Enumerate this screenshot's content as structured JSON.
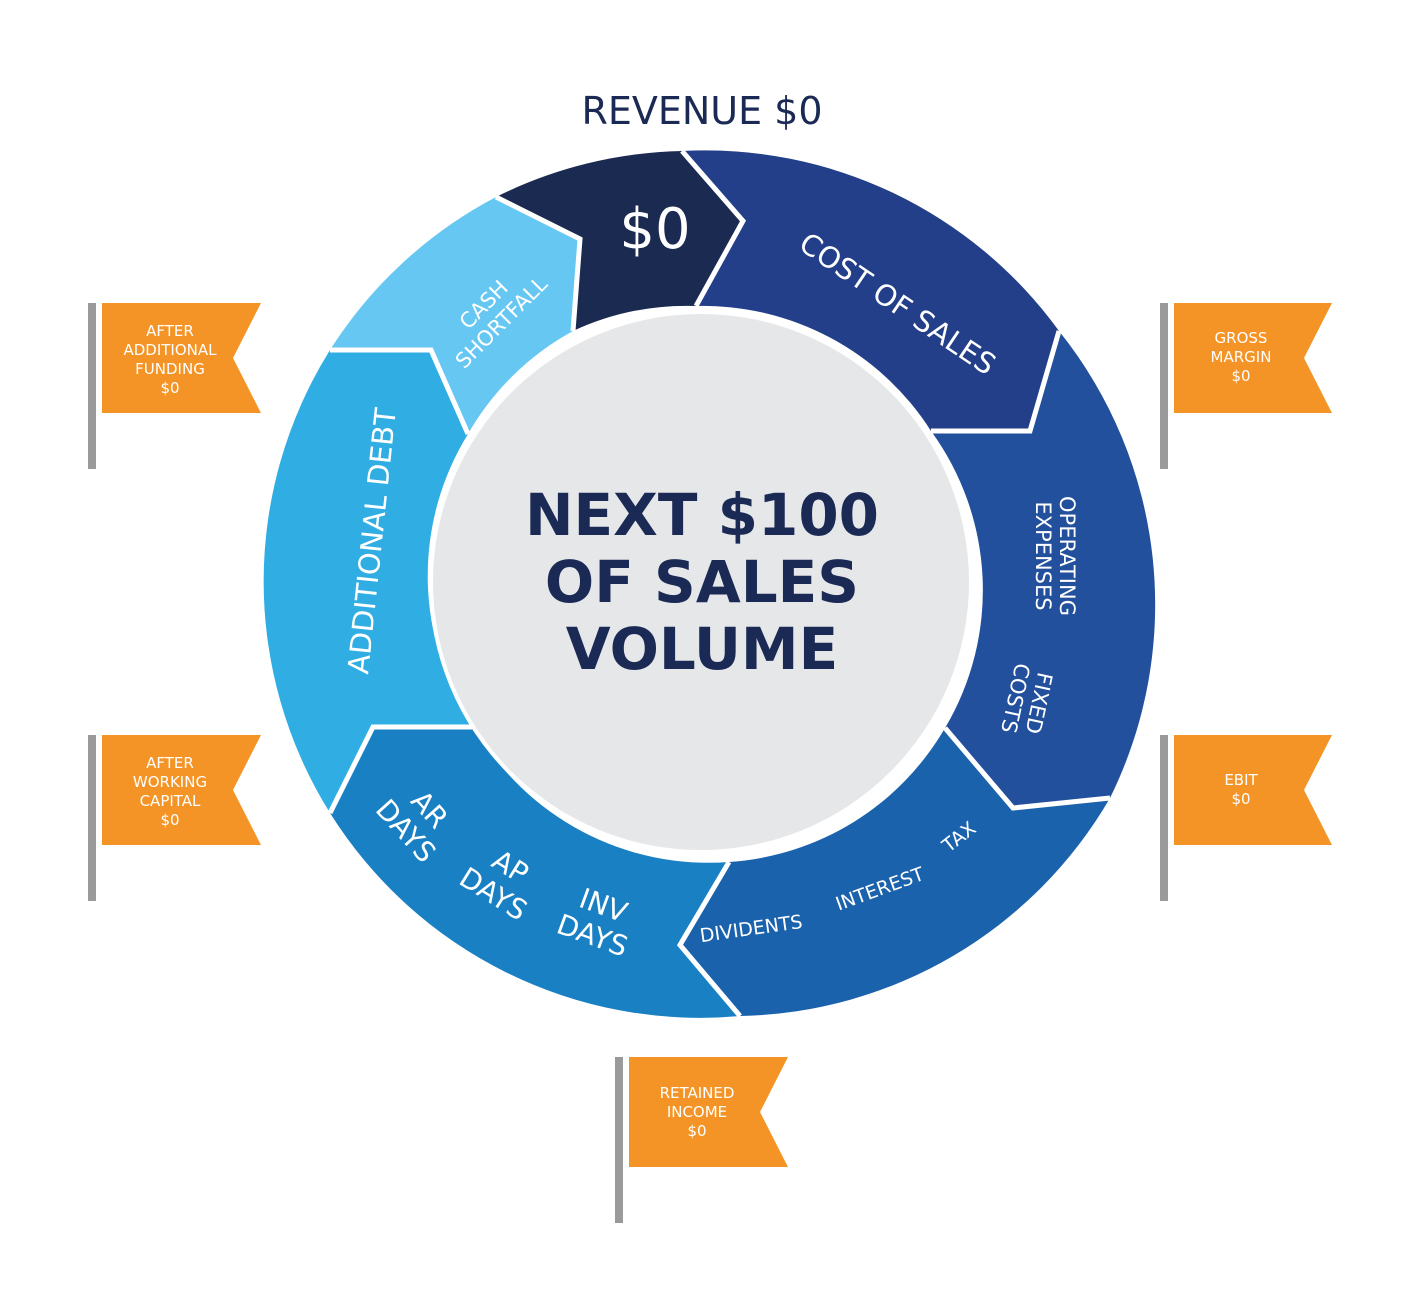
{
  "title": "REVENUE $0",
  "center": {
    "line1": "NEXT $100",
    "line2": "OF SALES",
    "line3": "VOLUME"
  },
  "segments": {
    "revenue": "$0",
    "cost_of_sales": "COST OF SALES",
    "operating_expenses_1": "OPERATING",
    "operating_expenses_2": "EXPENSES",
    "fixed_costs_1": "FIXED",
    "fixed_costs_2": "COSTS",
    "tax": "TAX",
    "interest": "INTEREST",
    "dividents": "DIVIDENTS",
    "inv_days_1": "INV",
    "inv_days_2": "DAYS",
    "ap_days_1": "AP",
    "ap_days_2": "DAYS",
    "ar_days_1": "AR",
    "ar_days_2": "DAYS",
    "additional_debt": "ADDITIONAL DEBT",
    "cash_shortfall_1": "CASH",
    "cash_shortfall_2": "SHORTFALL"
  },
  "flags": {
    "gross_margin": [
      "GROSS",
      "MARGIN",
      "$0"
    ],
    "ebit": [
      "EBIT",
      "$0"
    ],
    "retained_income": [
      "RETAINED",
      "INCOME",
      "$0"
    ],
    "after_working_capital": [
      "AFTER",
      "WORKING",
      "CAPITAL",
      "$0"
    ],
    "after_additional_funding": [
      "AFTER",
      "ADDITIONAL",
      "FUNDING",
      "$0"
    ]
  },
  "colors": {
    "navy": "#1b2a50",
    "cost_of_sales": "#243f8a",
    "operating": "#22509c",
    "tax_interest": "#1b62ad",
    "working_capital": "#1a80c4",
    "additional_debt": "#30aee3",
    "cash_shortfall": "#66c8f2",
    "center_fill": "#e5e7e9",
    "flag_orange": "#f59426",
    "flag_pole": "#9a9a9a"
  }
}
